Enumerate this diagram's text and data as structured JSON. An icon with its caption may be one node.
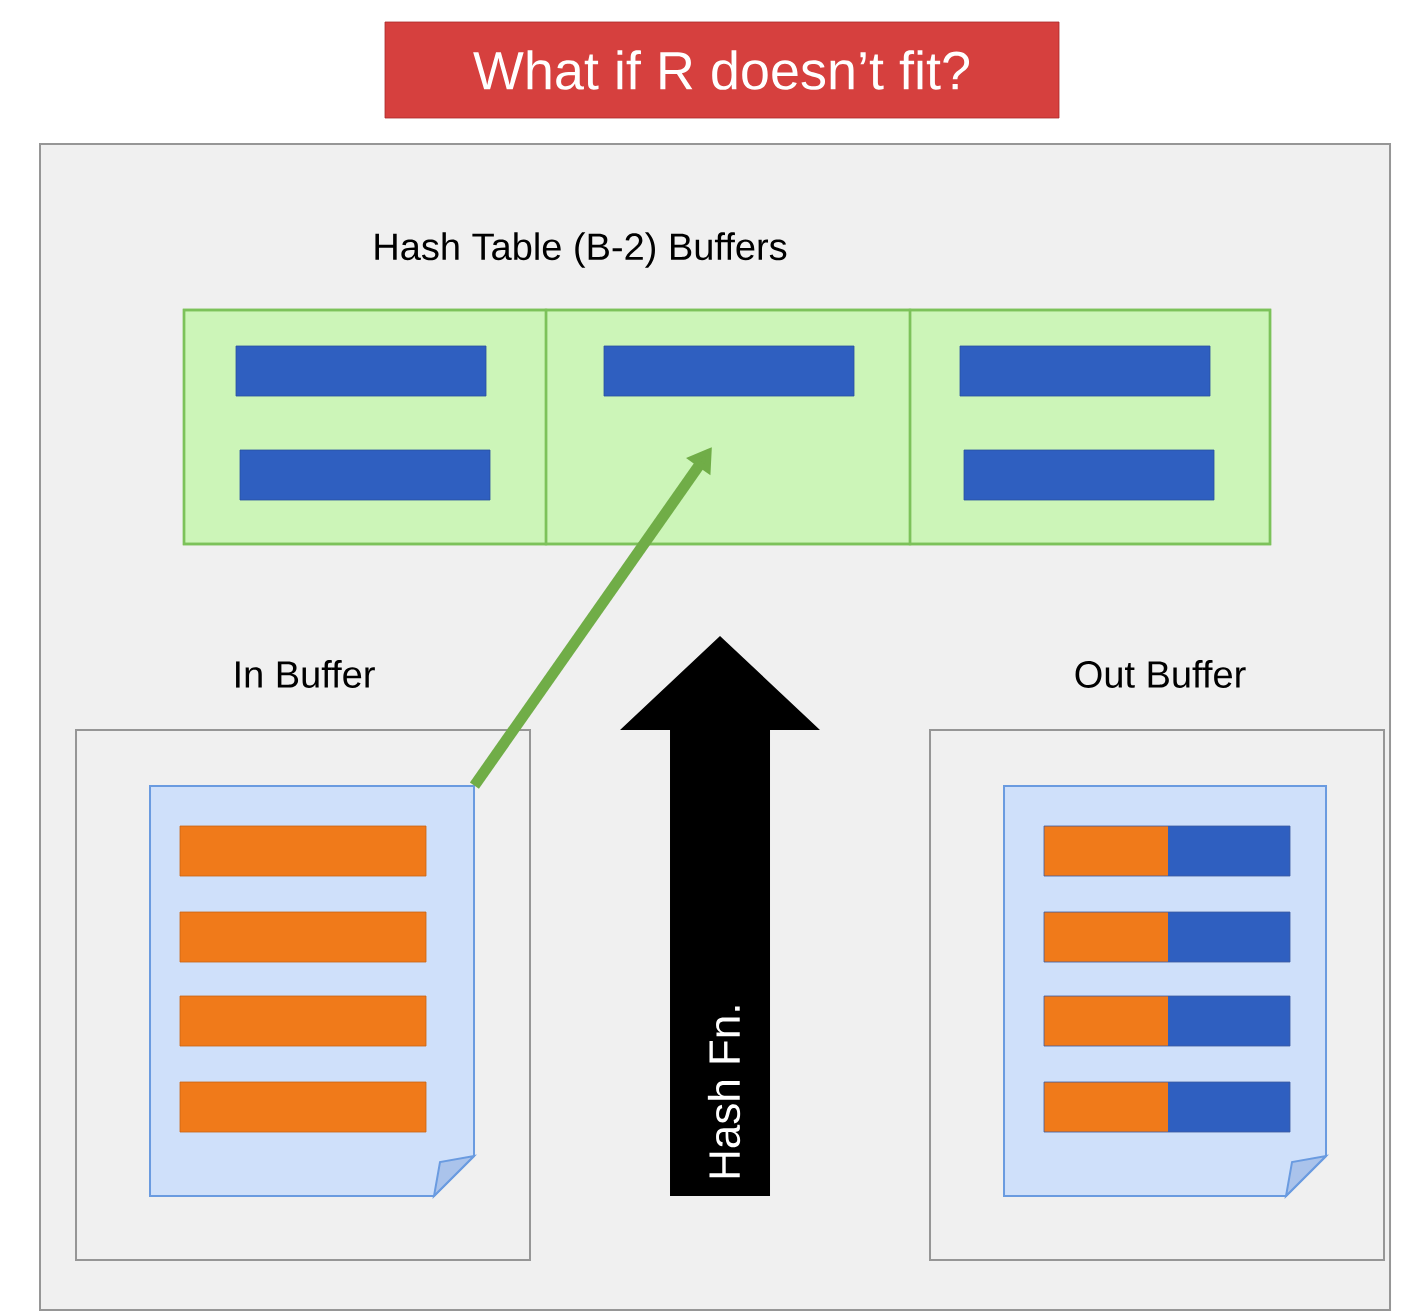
{
  "diagram": {
    "title": "What if R doesn’t fit?",
    "nodes": [
      {
        "text": [],
        "shape": "box"
      },
      {
        "text": [
          "Hash Table (B-2) Buffers"
        ],
        "in": 0
      },
      {
        "text": [],
        "shape": "box",
        "in": 1
      },
      {
        "text": [],
        "shape": "box",
        "in": 1
      },
      {
        "text": [],
        "shape": "box",
        "in": 1
      },
      {
        "text": [
          "In Buffer"
        ],
        "in": 0
      },
      {
        "text": [],
        "shape": "page",
        "in": 5
      },
      {
        "text": [
          "Out Buffer"
        ],
        "in": 0
      },
      {
        "text": [],
        "shape": "page",
        "in": 7
      },
      {
        "text": [
          "Hash Fn."
        ],
        "in": 0
      }
    ],
    "edges": [
      {
        "from": 6,
        "to": 3,
        "arrow": "to",
        "color": "#70ad47"
      }
    ]
  }
}
